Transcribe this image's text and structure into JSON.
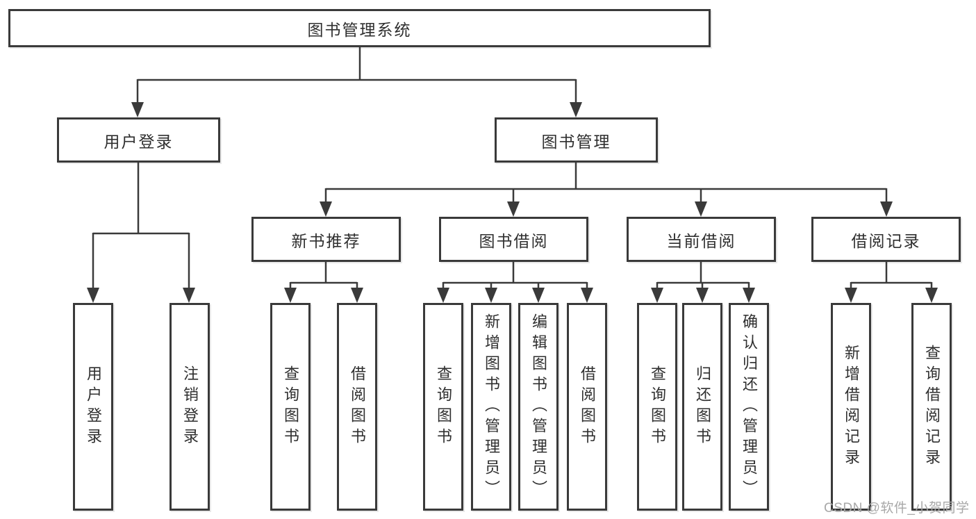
{
  "colors": {
    "line": "#3a3a3a",
    "box_border": "#3a3a3a",
    "text": "#2f2f2f",
    "background": "#ffffff",
    "watermark": "#a8a8a8"
  },
  "tree": {
    "root": {
      "label": "图书管理系统"
    },
    "branches": [
      {
        "label": "用户登录",
        "children": [
          {
            "label": "用户登录"
          },
          {
            "label": "注销登录"
          }
        ]
      },
      {
        "label": "图书管理",
        "children": [
          {
            "label": "新书推荐",
            "children": [
              {
                "label": "查询图书"
              },
              {
                "label": "借阅图书"
              }
            ]
          },
          {
            "label": "图书借阅",
            "children": [
              {
                "label": "查询图书"
              },
              {
                "label": "新增图书（管理员）"
              },
              {
                "label": "编辑图书（管理员）"
              },
              {
                "label": "借阅图书"
              }
            ]
          },
          {
            "label": "当前借阅",
            "children": [
              {
                "label": "查询图书"
              },
              {
                "label": "归还图书"
              },
              {
                "label": "确认归还（管理员）"
              }
            ]
          },
          {
            "label": "借阅记录",
            "children": [
              {
                "label": "新增借阅记录"
              },
              {
                "label": "查询借阅记录"
              }
            ]
          }
        ]
      }
    ]
  },
  "watermark": "CSDN @软件_小贺同学"
}
